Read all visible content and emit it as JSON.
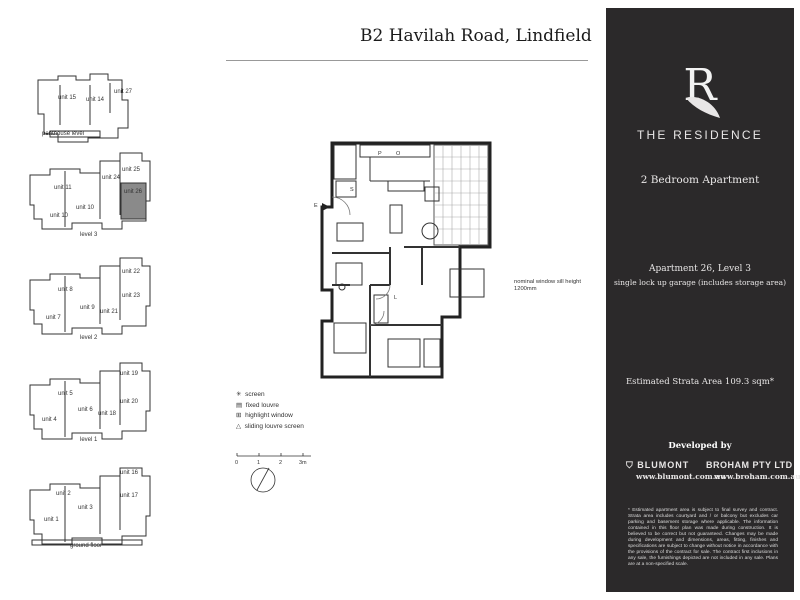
{
  "header": {
    "address": "B2 Havilah Road, Lindfield"
  },
  "brand": {
    "logo_letter": "R",
    "name": "THE RESIDENCE",
    "apartment_type": "2 Bedroom Apartment"
  },
  "apartment": {
    "unit_level": "Apartment 26, Level 3",
    "garage": "single lock up garage (includes storage area)",
    "strata_area": "Estimated Strata Area 109.3 sqm*"
  },
  "developers": {
    "heading": "Developed by",
    "dev1_name": "BLUMONT",
    "dev1_web": "www.blumont.com.au",
    "dev2_name": "BROHAM PTY LTD",
    "dev2_web": "www.broham.com.au"
  },
  "disclaimer": "* Estimated apartment area is subject to final survey and contract. Strata area includes courtyard and / or balcony but excludes car parking and basement storage where applicable. The information contained in this floor plan was made during construction. It is believed to be correct but not guaranteed. Changes may be made during development and dimensions, areas, fitting, finishes and specifications are subject to change without notice in accordance with the provisions of the contract for sale. The contract first inclusions in any sale, the furnishings depicted are not included in any sale. Plans are at a non-specified scale.",
  "keyplans": [
    {
      "level": "penthouse level",
      "units": [
        "unit 15",
        "unit 14",
        "unit 27"
      ]
    },
    {
      "level": "level 3",
      "units": [
        "unit 11",
        "unit 10",
        "unit 10",
        "unit 24",
        "unit 25",
        "unit 26"
      ]
    },
    {
      "level": "level 2",
      "units": [
        "unit 8",
        "unit 7",
        "unit 9",
        "unit 22",
        "unit 23",
        "unit 21"
      ]
    },
    {
      "level": "level 1",
      "units": [
        "unit 5",
        "unit 4",
        "unit 6",
        "unit 18",
        "unit 20",
        "unit 19"
      ]
    },
    {
      "level": "ground floor",
      "units": [
        "unit 2",
        "unit 1",
        "unit 3",
        "unit 16",
        "unit 17"
      ]
    }
  ],
  "legend": {
    "items": [
      "screen",
      "fixed louvre",
      "highlight window",
      "sliding louvre screen"
    ]
  },
  "scale": {
    "marks": [
      "0",
      "1",
      "2",
      "3m"
    ]
  },
  "floorplan": {
    "labels": {
      "p1": "P",
      "p2": "O",
      "e_left": "E",
      "s": "S",
      "l": "L"
    },
    "window_note": "nominal window sill height 1200mm"
  },
  "colors": {
    "panel": "#2b292a",
    "highlight_unit": "#8a8a8a"
  }
}
